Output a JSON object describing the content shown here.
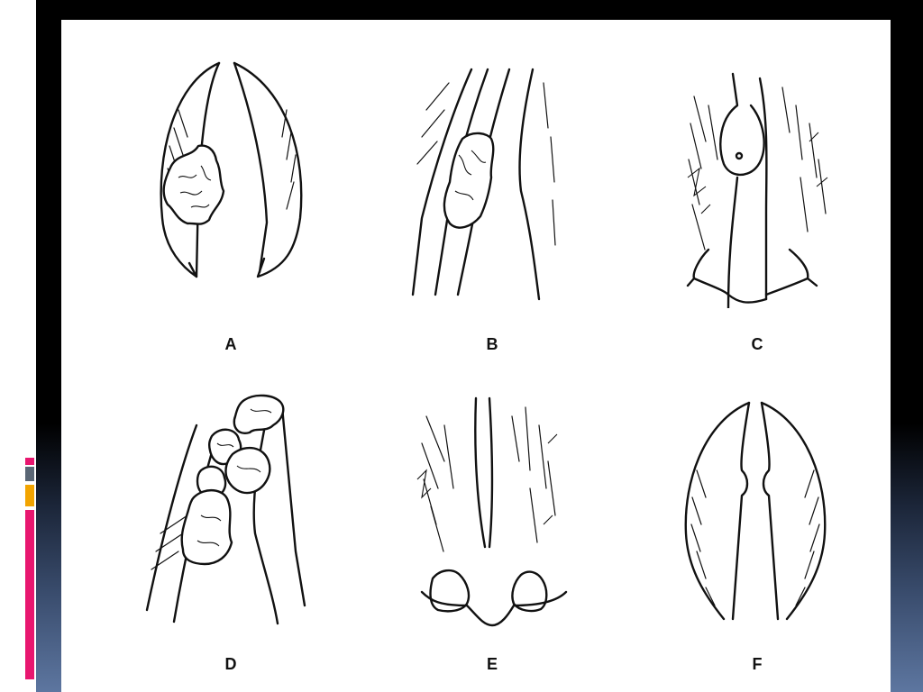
{
  "figures": [
    {
      "label": "A",
      "content": "lesion-left-fold"
    },
    {
      "label": "B",
      "content": "lesion-oblique"
    },
    {
      "label": "C",
      "content": "lesion-cyst"
    },
    {
      "label": "D",
      "content": "lesion-multiple"
    },
    {
      "label": "E",
      "content": "bilateral-nodules"
    },
    {
      "label": "F",
      "content": "bilateral-small-nodules"
    }
  ],
  "colors": {
    "panel": "#ffffff",
    "ink": "#111111",
    "accent_pink": "#e8166f",
    "accent_gray": "#5a6675",
    "accent_orange": "#f2a400"
  }
}
